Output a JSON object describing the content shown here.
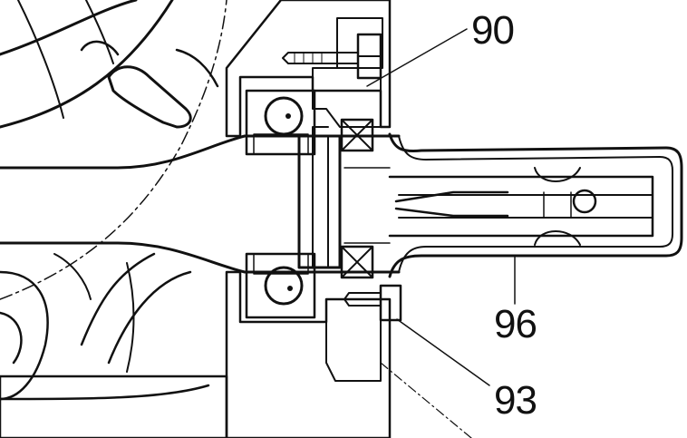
{
  "callouts": {
    "c90": "90",
    "c96": "96",
    "c93": "93"
  },
  "colors": {
    "line": "#111111",
    "paper": "#ffffff"
  }
}
